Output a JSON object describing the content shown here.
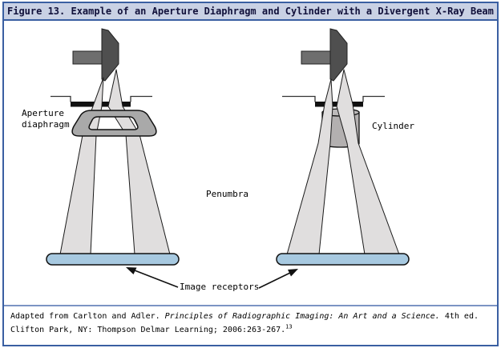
{
  "window": {
    "title": "Figure 13. Example of an Aperture Diaphragm and Cylinder with a Divergent X-Ray Beam"
  },
  "diagram": {
    "left": {
      "label_line1": "Aperture",
      "label_line2": "diaphragm"
    },
    "right": {
      "label": "Cylinder"
    },
    "shared": {
      "penumbra_label": "Penumbra",
      "receptors_label": "Image receptors"
    }
  },
  "caption": {
    "prefix": "Adapted from Carlton and Adler. ",
    "italic_title": "Principles of Radiographic Imaging: An Art and a Science.",
    "suffix": " 4th ed. Clifton Park, NY: Thompson Delmar Learning; 2006:263-267.",
    "reference_superscript": "13"
  },
  "colors": {
    "frame_border": "#3a5fa2",
    "caption_divider": "#7b94c4",
    "titlebar_bg": "#c9d1e4",
    "title_text": "#10103a",
    "beam": "#e0dede",
    "beam_outline": "#1a1a1a",
    "anode": "#4f4f4f",
    "anode_arm": "#6e6e6e",
    "aperture_diaphragm": "#a9a9a9",
    "cylinder": "#b3b0b0",
    "cylinder_top": "#bdbaba",
    "image_receptor": "#a7c9e0"
  }
}
